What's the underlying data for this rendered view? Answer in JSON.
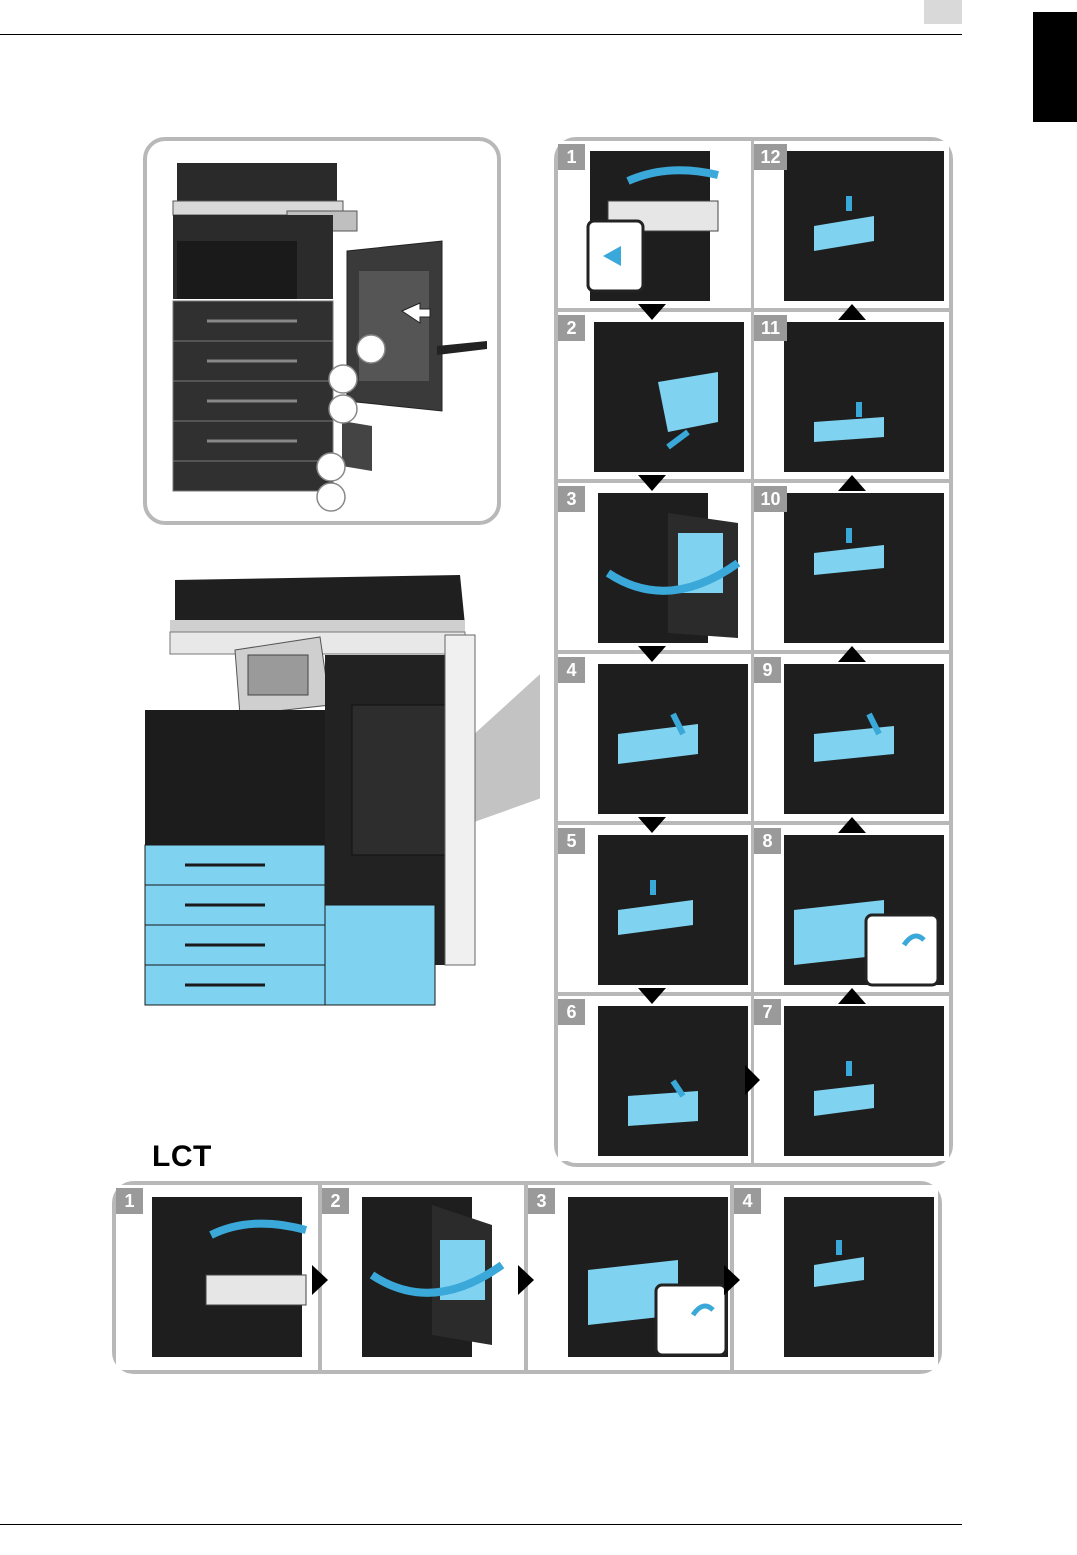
{
  "header": {
    "page_box_color": "#d9d9d9",
    "side_tab_color": "#000000"
  },
  "colors": {
    "highlight": "#7fd3f0",
    "arrow_blue": "#3aa8d8",
    "panel_border": "#b8b8b8",
    "step_badge": "#9a9a9a"
  },
  "main_steps": [
    {
      "num": "1"
    },
    {
      "num": "2"
    },
    {
      "num": "3"
    },
    {
      "num": "4"
    },
    {
      "num": "5"
    },
    {
      "num": "6"
    },
    {
      "num": "12"
    },
    {
      "num": "11"
    },
    {
      "num": "10"
    },
    {
      "num": "9"
    },
    {
      "num": "8"
    },
    {
      "num": "7"
    }
  ],
  "lct": {
    "title": "LCT",
    "steps": [
      {
        "num": "1"
      },
      {
        "num": "2"
      },
      {
        "num": "3"
      },
      {
        "num": "4"
      }
    ]
  }
}
